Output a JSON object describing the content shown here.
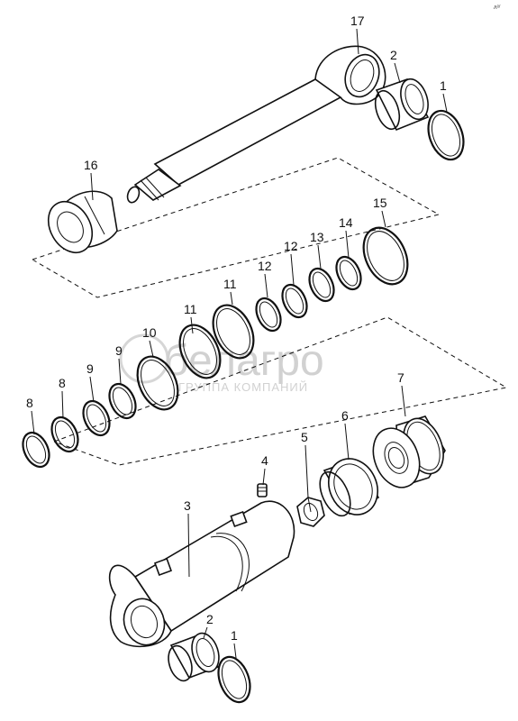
{
  "corner_mark": "ʌᵉʳ",
  "watermark": {
    "brand": "белагро",
    "tagline": "ГРУППА КОМПАНИЙ"
  },
  "callouts": {
    "c17": "17",
    "c2_top": "2",
    "c1_top": "1",
    "c16": "16",
    "c15": "15",
    "c14": "14",
    "c13": "13",
    "c12_a": "12",
    "c12_b": "12",
    "c11_a": "11",
    "c11_b": "11",
    "c10": "10",
    "c9_a": "9",
    "c9_b": "9",
    "c8_a": "8",
    "c8_b": "8",
    "c7": "7",
    "c6": "6",
    "c5": "5",
    "c4": "4",
    "c3": "3",
    "c2_bottom": "2",
    "c1_bottom": "1"
  }
}
